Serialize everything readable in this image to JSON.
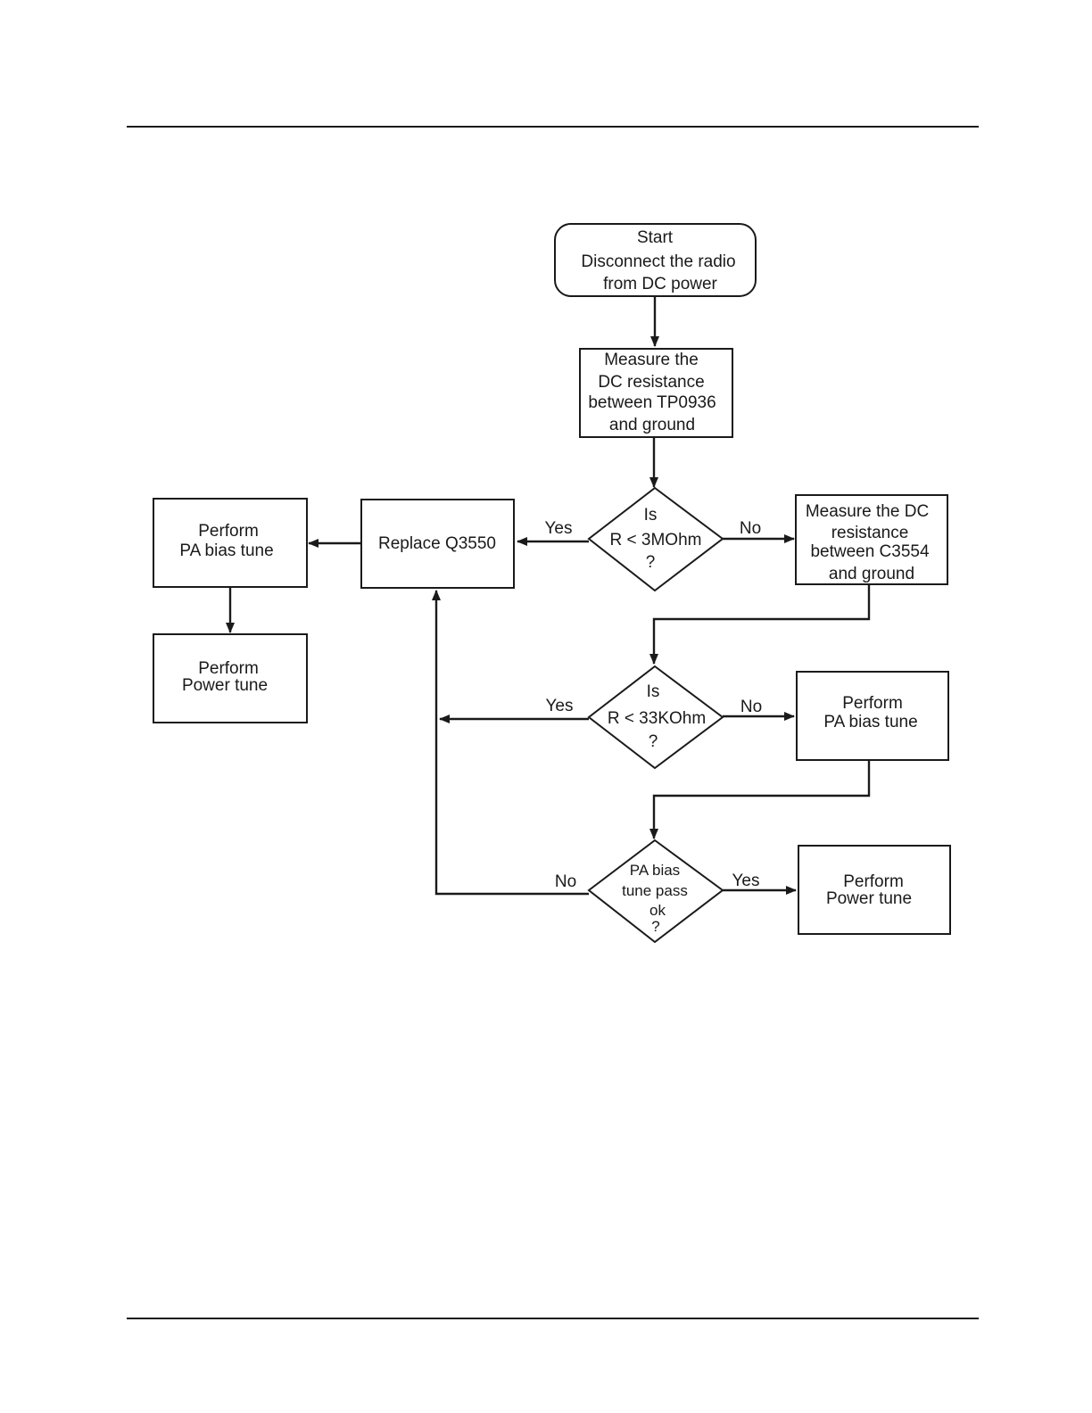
{
  "flowchart": {
    "start": [
      "Start",
      "Disconnect the radio",
      "from DC power"
    ],
    "measure_tp0936": [
      "Measure the",
      "DC resistance",
      "between TP0936",
      "and ground"
    ],
    "decision_3mohm": [
      "Is",
      "R < 3MOhm",
      "?"
    ],
    "replace_q3550": "Replace Q3550",
    "perform_pa_bias_left": [
      "Perform",
      "PA bias tune"
    ],
    "perform_power_left": [
      "Perform",
      "Power  tune"
    ],
    "measure_c3554": [
      "Measure the DC",
      "resistance",
      "between C3554",
      "and ground"
    ],
    "decision_33kohm": [
      "Is",
      "R < 33KOhm",
      "?"
    ],
    "perform_pa_bias_right": [
      "Perform",
      "PA bias tune"
    ],
    "decision_pa_bias": [
      "PA bias",
      "tune pass",
      "ok",
      "?"
    ],
    "perform_power_right": [
      "Perform",
      "Power  tune"
    ],
    "labels": {
      "yes": "Yes",
      "no": "No"
    }
  }
}
